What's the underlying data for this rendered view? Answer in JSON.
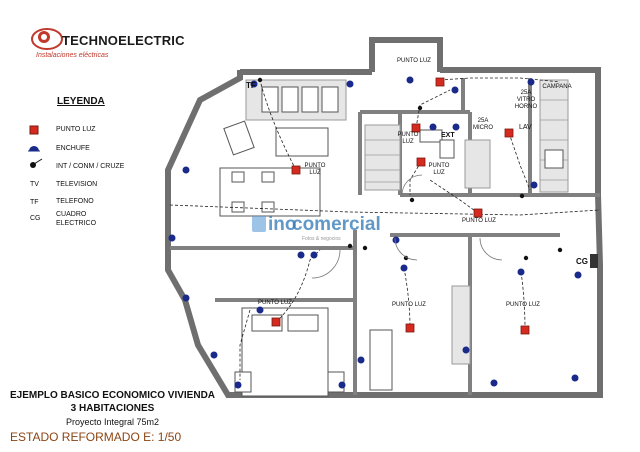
{
  "header": {
    "brand_name": "TECHNOELECTRIC",
    "brand_subtitle": "Instalaciones eléctricas"
  },
  "legend": {
    "title": "LEYENDA",
    "items": [
      {
        "symbol": "",
        "label": "PUNTO LUZ"
      },
      {
        "symbol": "",
        "label": "ENCHUFE"
      },
      {
        "symbol": "",
        "label": "INT / CONM / CRUZE"
      },
      {
        "symbol": "TV",
        "label": "TELEVISION"
      },
      {
        "symbol": "TF",
        "label": "TELEFONO"
      },
      {
        "symbol": "CG",
        "label": "CUADRO ELECTRICO"
      }
    ]
  },
  "plan_labels": {
    "punto_luz": "PUNTO LUZ",
    "punto_luz_short": "PUNTO\nLUZ",
    "tf": "TF",
    "cg": "CG",
    "ext": "EXT",
    "lav": "LAV",
    "micro": "25A\nMICRO",
    "vitro": "25A\nVITRO\nHORNO",
    "campana": "CAMPANA"
  },
  "watermark": {
    "text": "comercial",
    "prefix": "ino",
    "sub": "Fotos & negocios"
  },
  "footer": {
    "line1": "EJEMPLO BASICO ECONOMICO VIVIENDA",
    "line2": "3 HABITACIONES",
    "line3": "Proyecto Integral 75m2",
    "line4": "ESTADO REFORMADO E: 1/50"
  },
  "colors": {
    "light_point": "#d42a1f",
    "socket": "#1a2a8a",
    "wall": "#6f6f6f",
    "title_brown": "#8b4513",
    "wire": "#222222"
  }
}
